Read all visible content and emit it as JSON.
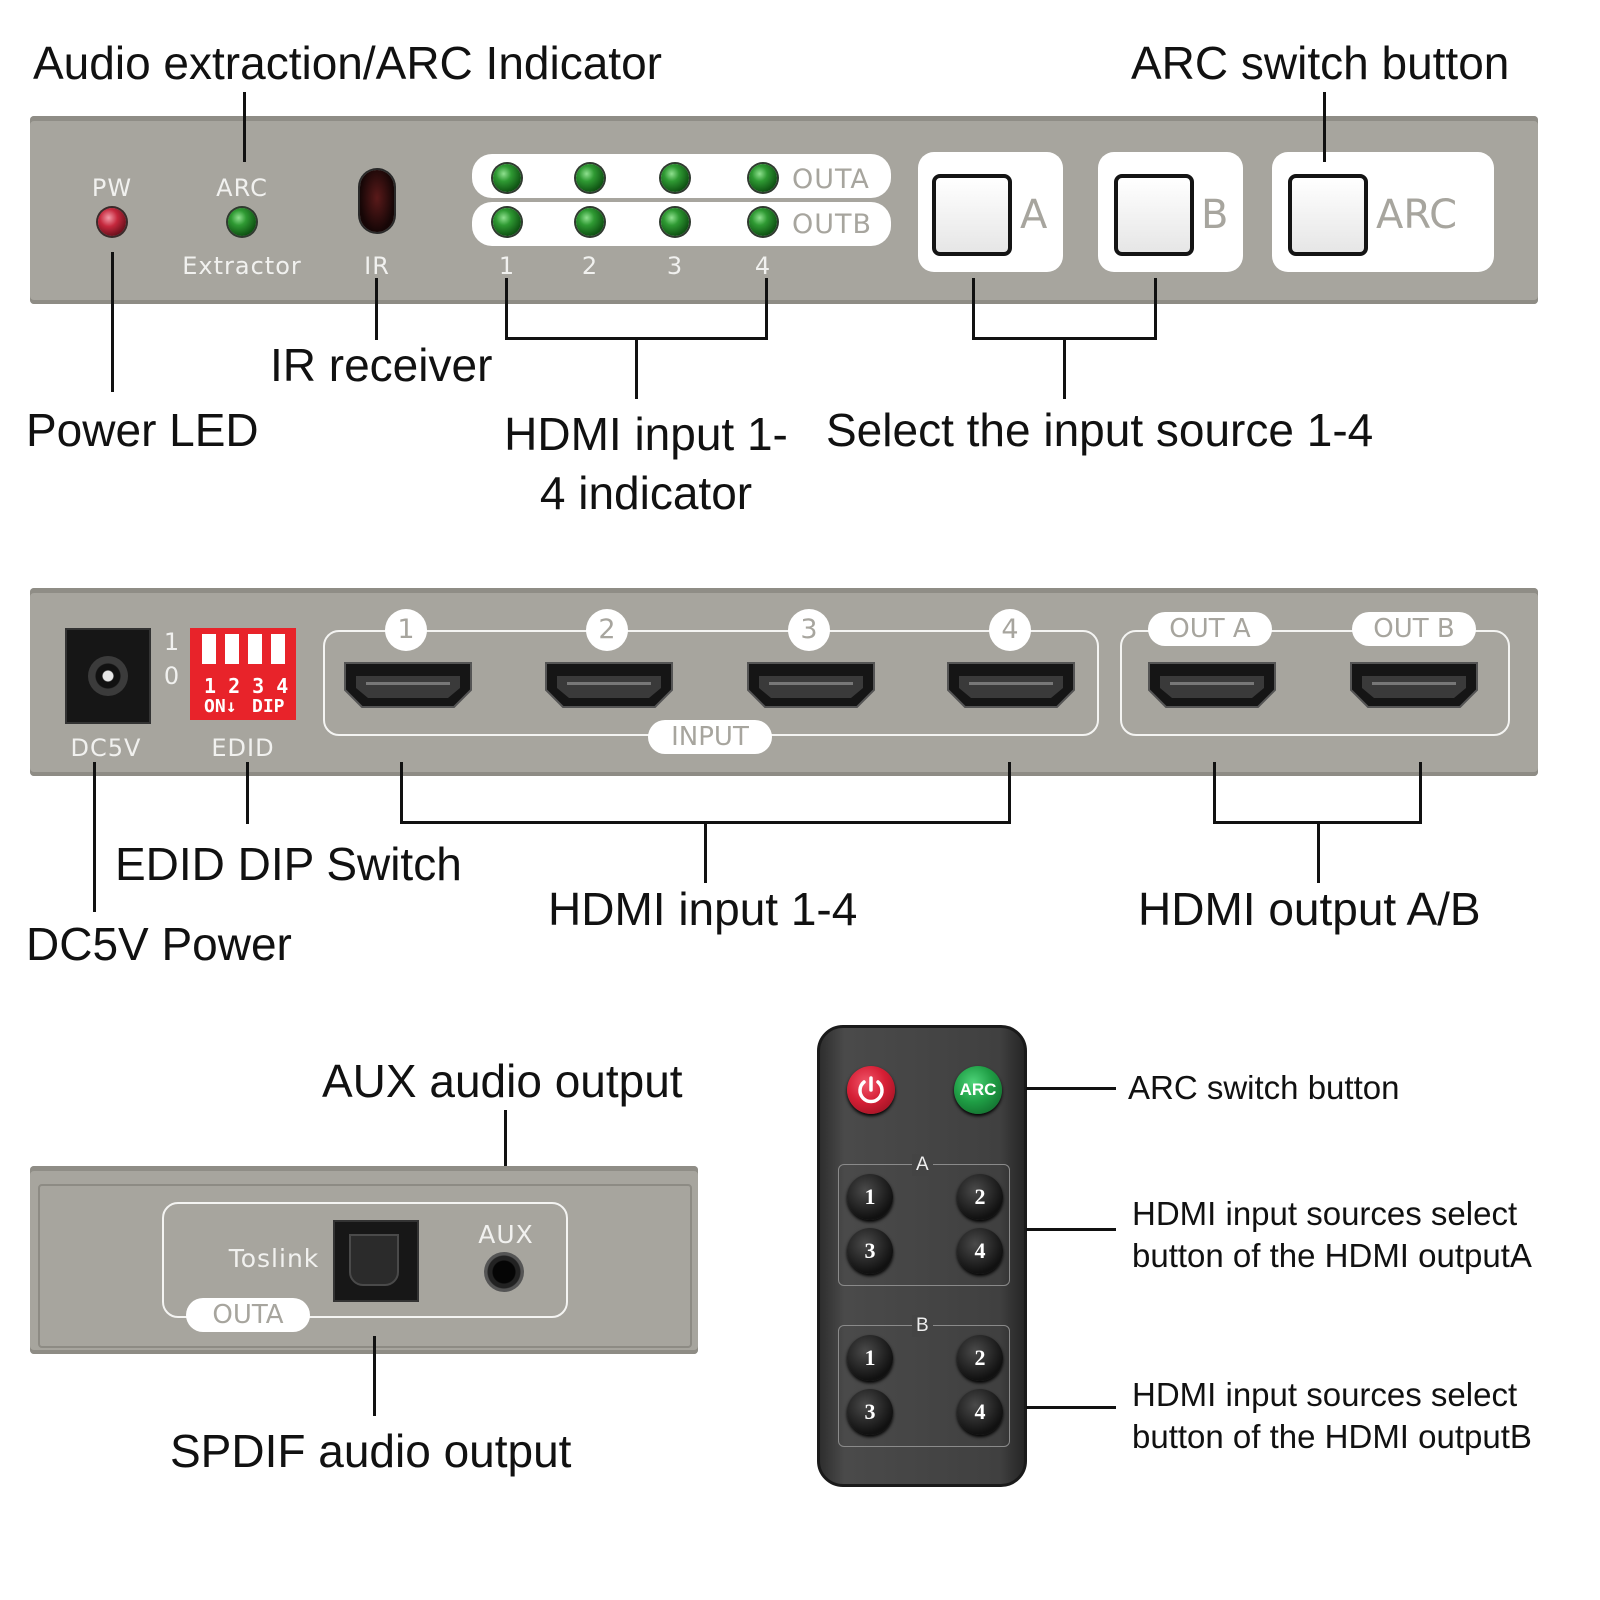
{
  "front_panel": {
    "callouts": {
      "audio_arc": "Audio extraction/ARC Indicator",
      "arc_button": "ARC switch button",
      "ir_receiver": "IR receiver",
      "power_led": "Power LED",
      "hdmi_indicator": "HDMI input 1-4 indicator",
      "select_source": "Select the input source 1-4"
    },
    "labels": {
      "pw": "PW",
      "arc": "ARC",
      "extractor": "Extractor",
      "ir": "IR",
      "outa": "OUTA",
      "outb": "OUTB",
      "nums": [
        "1",
        "2",
        "3",
        "4"
      ],
      "btn_a": "A",
      "btn_b": "B",
      "btn_arc": "ARC"
    }
  },
  "rear_panel": {
    "callouts": {
      "edid_dip": "EDID DIP Switch",
      "dc5v_power": "DC5V Power",
      "hdmi_input": "HDMI input 1-4",
      "hdmi_output": "HDMI output A/B"
    },
    "labels": {
      "dc5v": "DC5V",
      "edid": "EDID",
      "dip_one": "1",
      "dip_zero": "0",
      "dip_nums": "1 2 3 4",
      "dip_on": "ON",
      "dip_dip": "DIP",
      "input_nums": [
        "1",
        "2",
        "3",
        "4"
      ],
      "input": "INPUT",
      "out_a": "OUT A",
      "out_b": "OUT B"
    }
  },
  "side_panel": {
    "callouts": {
      "aux": "AUX audio output",
      "spdif": "SPDIF audio output"
    },
    "labels": {
      "toslink": "Toslink",
      "aux": "AUX",
      "outa": "OUTA"
    }
  },
  "remote": {
    "arc_button": "ARC",
    "group_a": "A",
    "group_b": "B",
    "buttons": [
      "1",
      "2",
      "3",
      "4"
    ],
    "callouts": {
      "arc": "ARC switch button",
      "group_a": "HDMI input sources select button of the HDMI outputA",
      "group_b": "HDMI input sources select button of the HDMI outputB"
    }
  },
  "colors": {
    "panel": "#a7a59e",
    "led_green": "#2f9a33",
    "led_red": "#c5283d",
    "dip_red": "#e8232a",
    "remote_body": "#404040",
    "power_button": "#d61f35",
    "arc_button": "#1f9e45"
  }
}
